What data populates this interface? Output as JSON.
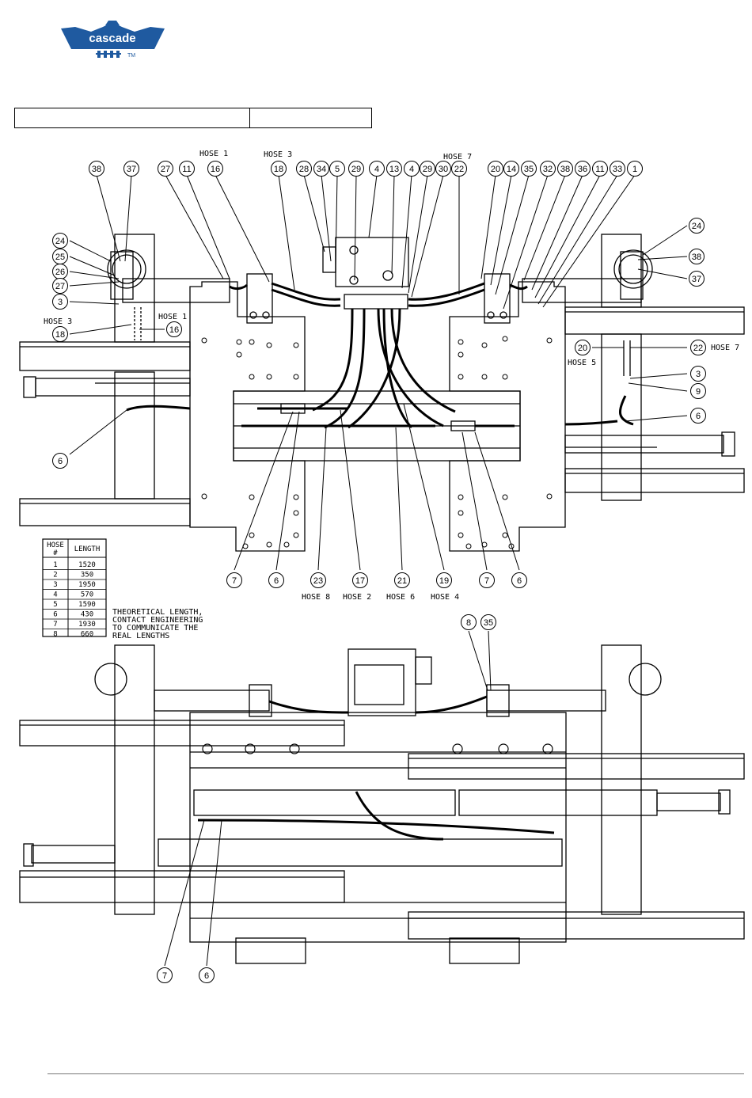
{
  "brand": {
    "name": "cascade",
    "tm": "TM",
    "color": "#1f5aa0"
  },
  "top_labels": [
    {
      "text": "HOSE 1"
    },
    {
      "text": "HOSE 3"
    },
    {
      "text": "HOSE 7"
    },
    {
      "text": "HOSE 3"
    },
    {
      "text": "HOSE 1"
    },
    {
      "text": "HOSE 5"
    },
    {
      "text": "HOSE 7"
    }
  ],
  "bottom_hose_labels": [
    "HOSE 8",
    "HOSE 2",
    "HOSE 6",
    "HOSE 4"
  ],
  "top_callouts": [
    "38",
    "37",
    "27",
    "11",
    "16",
    "18",
    "28",
    "34",
    "5",
    "29",
    "4",
    "13",
    "4",
    "29",
    "30",
    "22",
    "20",
    "14",
    "35",
    "32",
    "38",
    "36",
    "11",
    "33",
    "1"
  ],
  "left_callouts": [
    "24",
    "25",
    "26",
    "27",
    "3",
    "18",
    "16"
  ],
  "right_callouts": [
    "24",
    "38",
    "37",
    "20",
    "22",
    "3",
    "9",
    "6"
  ],
  "left_lower_callouts": [
    "6"
  ],
  "mid_bottom_callouts": [
    "7",
    "6",
    "23",
    "17",
    "21",
    "19",
    "7",
    "6"
  ],
  "lower_view_callouts_top": [
    "8",
    "35"
  ],
  "lower_view_callouts_bottom": [
    "7",
    "6"
  ],
  "hose_table": {
    "headers": [
      "HOSE #",
      "LENGTH"
    ],
    "rows": [
      [
        "1",
        "1520"
      ],
      [
        "2",
        "350"
      ],
      [
        "3",
        "1950"
      ],
      [
        "4",
        "570"
      ],
      [
        "5",
        "1590"
      ],
      [
        "6",
        "430"
      ],
      [
        "7",
        "1930"
      ],
      [
        "8",
        "660"
      ]
    ]
  },
  "note_lines": [
    "THEORETICAL LENGTH,",
    "CONTACT ENGINEERING",
    "TO COMMUNICATE THE",
    "REAL LENGTHS"
  ]
}
